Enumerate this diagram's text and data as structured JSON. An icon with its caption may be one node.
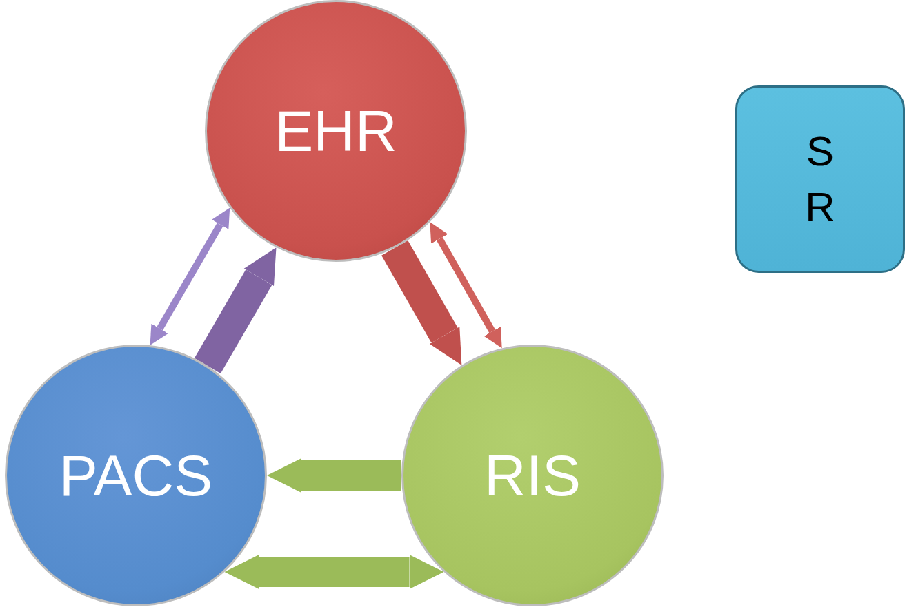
{
  "diagram": {
    "nodes": [
      {
        "text": [
          "EHR"
        ]
      },
      {
        "text": [
          "S R"
        ]
      },
      {
        "text": [
          "PACS"
        ]
      },
      {
        "text": [
          "RIS"
        ]
      }
    ],
    "edges": [
      {
        "from": 2,
        "to": 0,
        "arrow": "both",
        "color": "#9b86c9"
      },
      {
        "from": 2,
        "to": 0,
        "arrow": "to",
        "color": "#8064a2"
      },
      {
        "from": 0,
        "to": 3,
        "arrow": "both",
        "color": "#d0615c"
      },
      {
        "from": 0,
        "to": 3,
        "arrow": "to",
        "color": "#c0504d"
      },
      {
        "from": 3,
        "to": 2,
        "arrow": "to",
        "color": "#9bbb59"
      },
      {
        "from": 2,
        "to": 3,
        "arrow": "both",
        "color": "#9bbb59"
      }
    ]
  }
}
